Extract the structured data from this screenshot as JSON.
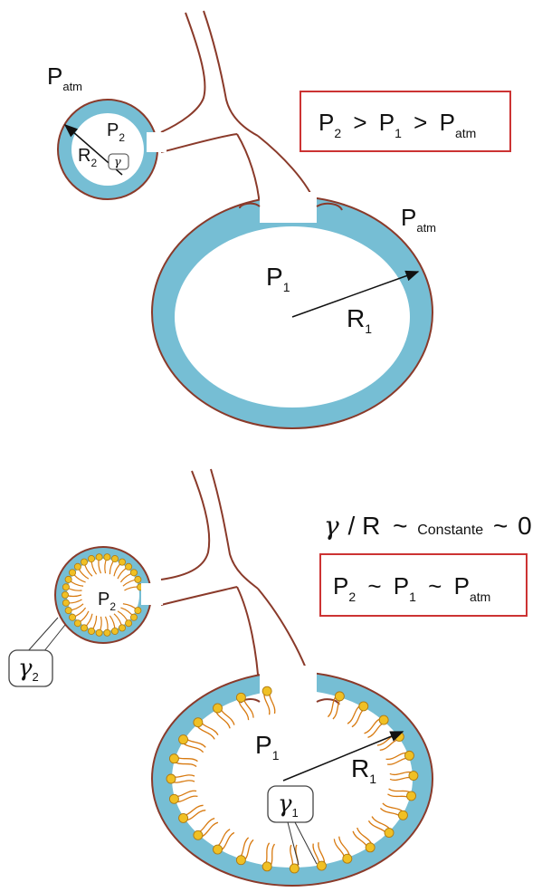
{
  "colors": {
    "wall": "#76bed4",
    "outline": "#8a3a2a",
    "box": "#cc3333",
    "surfactant_head": "#f0c024",
    "surfactant_head_edge": "#b07a10",
    "surfactant_tail": "#d87a10"
  },
  "top": {
    "p_atm_left": {
      "main": "P",
      "sub": "atm"
    },
    "p2": {
      "main": "P",
      "sub": "2"
    },
    "r2": {
      "main": "R",
      "sub": "2"
    },
    "gamma": "γ",
    "box": {
      "p2": "P",
      "p2_sub": "2",
      "gt1": ">",
      "p1": "P",
      "p1_sub": "1",
      "gt2": ">",
      "patm": "P",
      "patm_sub": "atm"
    },
    "p_atm_right": {
      "main": "P",
      "sub": "atm"
    },
    "p1": {
      "main": "P",
      "sub": "1"
    },
    "r1": {
      "main": "R",
      "sub": "1"
    }
  },
  "bottom": {
    "ratio": {
      "gamma": "γ",
      "slash": "/ R",
      "tilde1": "~",
      "word": "Constante",
      "tilde2": "~",
      "zero": "0"
    },
    "box": {
      "p2": "P",
      "p2_sub": "2",
      "t1": "~",
      "p1": "P",
      "p1_sub": "1",
      "t2": "~",
      "patm": "P",
      "patm_sub": "atm"
    },
    "p2": {
      "main": "P",
      "sub": "2"
    },
    "gamma2": {
      "main": "γ",
      "sub": "2"
    },
    "p1": {
      "main": "P",
      "sub": "1"
    },
    "r1": {
      "main": "R",
      "sub": "1"
    },
    "gamma1": {
      "main": "γ",
      "sub": "1"
    }
  }
}
